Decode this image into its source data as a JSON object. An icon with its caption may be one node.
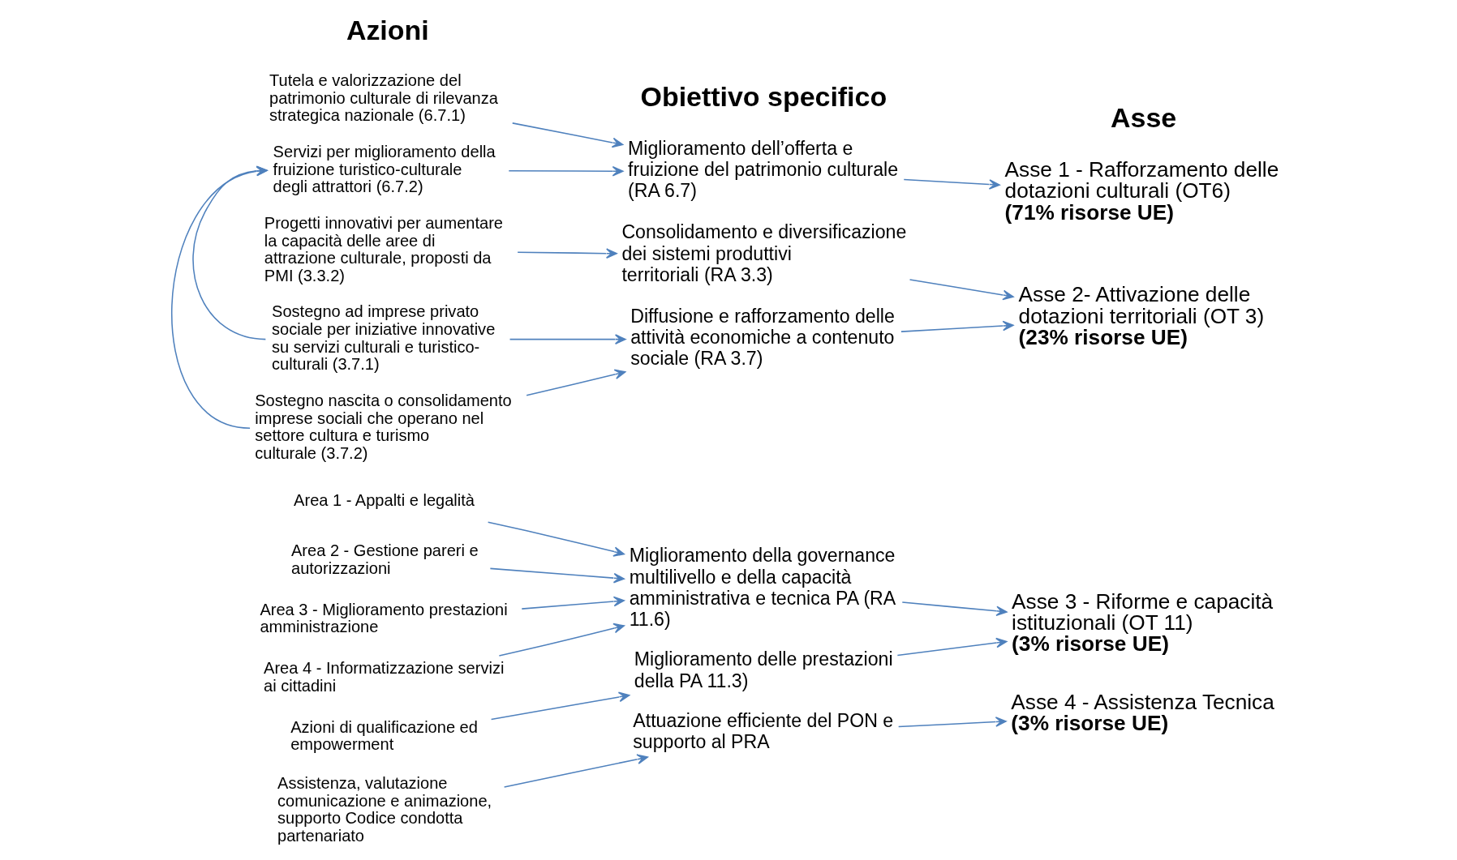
{
  "diagram": {
    "nodes": [
      {
        "text": [
          "Tutela e valorizzazione del patrimonio culturale di rilevanza strategica nazionale (6.7.1)"
        ]
      },
      {
        "text": [
          "Servizi per miglioramento della fruizione turistico-culturale degli attrattori (6.7.2)"
        ]
      },
      {
        "text": [
          "Progetti innovativi per aumentare la capacità delle aree di attrazione culturale, proposti da PMI (3.3.2)"
        ]
      },
      {
        "text": [
          "Sostegno ad imprese privato sociale per iniziative innovative su servizi culturali e turistico-culturali (3.7.1)"
        ]
      },
      {
        "text": [
          "Sostegno nascita o consolidamento imprese sociali che operano nel settore cultura e turismo culturale (3.7.2)"
        ]
      },
      {
        "text": [
          "Area 1 - Appalti e legalità"
        ]
      },
      {
        "text": [
          "Area 2 - Gestione pareri e autorizzazioni"
        ]
      },
      {
        "text": [
          "Area 3 - Miglioramento prestazioni amministrazione"
        ]
      },
      {
        "text": [
          "Area 4 - Informatizzazione servizi ai cittadini"
        ]
      },
      {
        "text": [
          "Azioni di qualificazione ed empowerment"
        ]
      },
      {
        "text": [
          "Assistenza, valutazione comunicazione e animazione, supporto Codice condotta partenariato"
        ]
      },
      {
        "text": [
          "Miglioramento dell’offerta e fruizione del patrimonio culturale (RA 6.7)"
        ]
      },
      {
        "text": [
          "Consolidamento e diversificazione dei sistemi produttivi territoriali (RA 3.3)"
        ]
      },
      {
        "text": [
          "Diffusione e rafforzamento delle attività economiche a contenuto sociale (RA 3.7)"
        ]
      },
      {
        "text": [
          "Miglioramento della governance multilivello e della capacità amministrativa e tecnica PA (RA 11.6)"
        ]
      },
      {
        "text": [
          "Miglioramento delle prestazioni della PA 11.3)"
        ]
      },
      {
        "text": [
          "Attuazione efficiente del PON e supporto al PRA"
        ]
      },
      {
        "text": [
          "Asse 1 - Rafforzamento delle dotazioni culturali (OT6)",
          "(71% risorse UE)"
        ]
      },
      {
        "text": [
          "Asse 2- Attivazione delle dotazioni territoriali (OT 3)",
          "(23% risorse UE)"
        ]
      },
      {
        "text": [
          "Asse 3 - Riforme e capacità istituzionali (OT 11)",
          "(3% risorse UE)"
        ]
      },
      {
        "text": [
          "Asse 4 - Assistenza Tecnica",
          "(3% risorse UE)"
        ]
      }
    ],
    "edges": [
      {
        "from": 0,
        "to": 11,
        "arrow": "to"
      },
      {
        "from": 1,
        "to": 11,
        "arrow": "to"
      },
      {
        "from": 2,
        "to": 12,
        "arrow": "to"
      },
      {
        "from": 3,
        "to": 13,
        "arrow": "to"
      },
      {
        "from": 4,
        "to": 13,
        "arrow": "to"
      },
      {
        "from": 5,
        "to": 14,
        "arrow": "to"
      },
      {
        "from": 6,
        "to": 14,
        "arrow": "to"
      },
      {
        "from": 7,
        "to": 14,
        "arrow": "to"
      },
      {
        "from": 8,
        "to": 14,
        "arrow": "to"
      },
      {
        "from": 9,
        "to": 15,
        "arrow": "to"
      },
      {
        "from": 10,
        "to": 16,
        "arrow": "to"
      },
      {
        "from": 11,
        "to": 17,
        "arrow": "to"
      },
      {
        "from": 12,
        "to": 18,
        "arrow": "to"
      },
      {
        "from": 13,
        "to": 18,
        "arrow": "to"
      },
      {
        "from": 14,
        "to": 19,
        "arrow": "to"
      },
      {
        "from": 15,
        "to": 19,
        "arrow": "to"
      },
      {
        "from": 16,
        "to": 20,
        "arrow": "to"
      },
      {
        "from": 3,
        "to": 1,
        "arrow": "to"
      },
      {
        "from": 4,
        "to": 1,
        "arrow": "to"
      }
    ],
    "labels": [
      "Azioni",
      "Obiettivo specifico",
      "Asse"
    ]
  }
}
